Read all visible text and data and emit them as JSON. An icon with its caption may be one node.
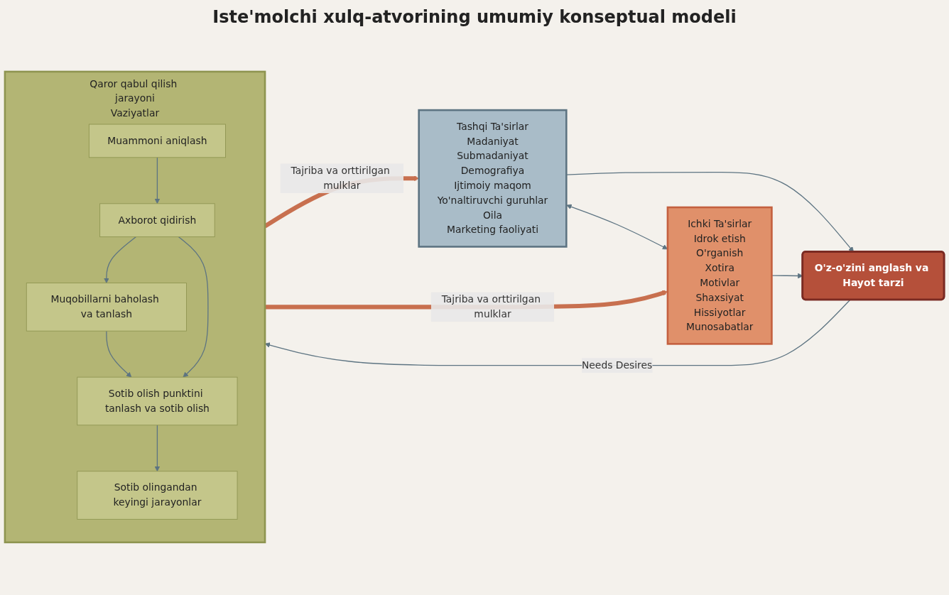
{
  "diagram": {
    "title": "Iste'molchi xulq-atvorining umumiy konseptual modeli",
    "nodes": [
      {
        "text": [
          "Tashqi Ta'sirlar",
          "Madaniyat",
          "Submadaniyat",
          "Demografiya",
          "Ijtimoiy maqom",
          "Yo'naltiruvchi guruhlar",
          "Oila",
          "Marketing faoliyati"
        ]
      },
      {
        "text": [
          "Ichki Ta'sirlar",
          "Idrok etish",
          "O'rganish",
          "Xotira",
          "Motivlar",
          "Shaxsiyat",
          "Hissiyotlar",
          "Munosabatlar"
        ]
      },
      {
        "text": [
          "O'z-o'zini anglash va Hayot tarzi"
        ]
      },
      {
        "text": [
          "Qaror qabul qilish jarayoni",
          "Vaziyatlar"
        ]
      },
      {
        "text": [
          "Muammoni aniqlash"
        ],
        "in": 3
      },
      {
        "text": [
          "Axborot qidirish"
        ],
        "in": 3
      },
      {
        "text": [
          "Muqobillarni baholash va tanlash"
        ],
        "in": 3
      },
      {
        "text": [
          "Sotib olish punktini tanlash va sotib olish"
        ],
        "in": 3
      },
      {
        "text": [
          "Sotib olingandan keyingi jarayonlar"
        ],
        "in": 3
      }
    ],
    "edges": [
      {
        "from": 0,
        "to": 1,
        "arrow": "both"
      },
      {
        "from": 0,
        "to": 2,
        "arrow": "to"
      },
      {
        "from": 1,
        "to": 2,
        "arrow": "to"
      },
      {
        "from": 2,
        "to": 3,
        "arrow": "to",
        "label": "Needs Desires"
      },
      {
        "from": 4,
        "to": 5,
        "arrow": "to"
      },
      {
        "from": 5,
        "to": 6,
        "arrow": "to"
      },
      {
        "from": 6,
        "to": 7,
        "arrow": "to"
      },
      {
        "from": 7,
        "to": 8,
        "arrow": "to"
      },
      {
        "from": 5,
        "to": 7,
        "arrow": "to"
      },
      {
        "from": 3,
        "to": 0,
        "arrow": "to",
        "label": "Tajriba va orttirilgan mulklar",
        "style": "thick",
        "color": "#c8704f"
      },
      {
        "from": 3,
        "to": 1,
        "arrow": "to",
        "label": "Tajriba va orttirilgan mulklar",
        "style": "thick",
        "color": "#c8704f"
      }
    ]
  }
}
